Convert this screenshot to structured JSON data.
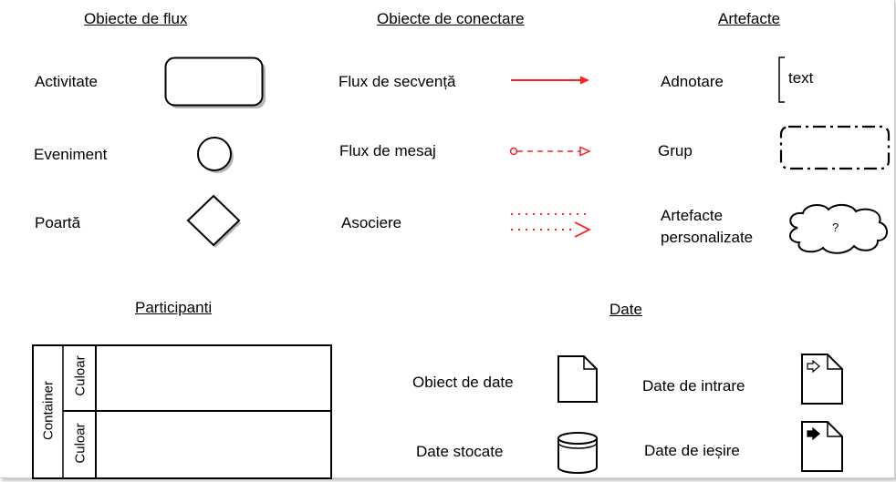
{
  "headers": {
    "flow_objects": "Obiecte de flux",
    "connecting_objects": "Obiecte de conectare",
    "artifacts": "Artefacte",
    "participants": "Participanti",
    "data": "Date"
  },
  "flow_objects": {
    "activity": "Activitate",
    "event": "Eveniment",
    "gateway": "Poartă"
  },
  "connecting_objects": {
    "sequence_flow": "Flux de secvență",
    "message_flow": "Flux de mesaj",
    "association": "Asociere"
  },
  "artifacts": {
    "annotation": "Adnotare",
    "annotation_text": "text",
    "group": "Grup",
    "custom_line1": "Artefacte",
    "custom_line2": "personalizate",
    "custom_symbol": "?"
  },
  "participants": {
    "container": "Container",
    "lane_top": "Culoar",
    "lane_bottom": "Culoar"
  },
  "data": {
    "data_object": "Obiect de date",
    "data_input": "Date de intrare",
    "data_store": "Date stocate",
    "data_output": "Date de ieșire"
  },
  "colors": {
    "connector_red": "#ff2020",
    "shadow_gray": "#b5b5b5",
    "stroke": "#000000"
  }
}
